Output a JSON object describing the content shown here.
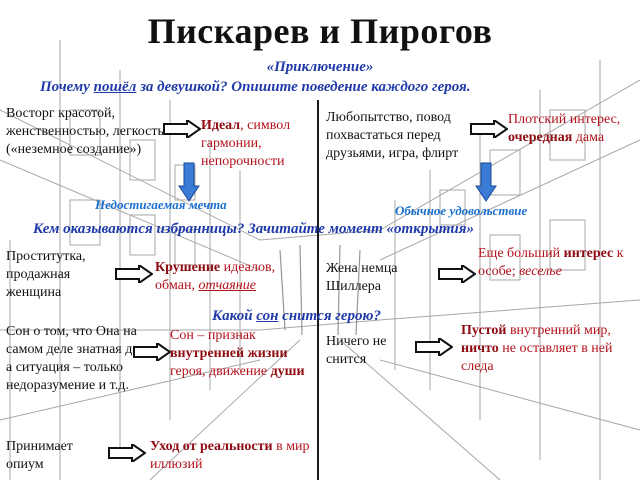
{
  "title": "Пискарев и Пирогов",
  "subtitle": "«Приключение»",
  "questions": {
    "q1_prefix": "Почему ",
    "q1_underlined": "пошёл",
    "q1_suffix": " за девушкой? Опишите поведение каждого героя.",
    "q2": "Кем оказываются избранницы? Зачитайте момент «открытия»",
    "q3_prefix": "Какой ",
    "q3_underlined": "сон",
    "q3_suffix": " снится герою?"
  },
  "left": {
    "r1": "Восторг красотой, женственностью, легкостью («неземное создание»)",
    "r1_res_b": "Идеал",
    "r1_res": ", символ гармонии, непорочности",
    "r1_summary": "Недостигаемая мечта",
    "r2": "Проститутка, продажная женщина",
    "r2_res_b": "Крушение",
    "r2_res_mid": " идеалов, обман, ",
    "r2_res_u": "отчаяние",
    "r3": "Сон о том, что Она на самом деле знатная дама, а ситуация – только недоразумение и т.д.",
    "r3_res_a": "Сон – признак ",
    "r3_res_b": "внутренней жизни",
    "r3_res_c": " героя, движение ",
    "r3_res_d": "души",
    "r4": "Принимает опиум",
    "r4_res_b": "Уход от реальности",
    "r4_res": " в мир иллюзий"
  },
  "right": {
    "r1": "Любопытство, повод похвастаться перед друзьями, игра, флирт",
    "r1_res_a": "Плотский интерес, ",
    "r1_res_b": "очередная",
    "r1_res_c": " дама",
    "r1_summary": "Обычное удовольствие",
    "r2": "Жена немца Шиллера",
    "r2_res_a": "Еще больший ",
    "r2_res_b": "интерес",
    "r2_res_c": " к особе; ",
    "r2_res_u": "веселье",
    "r3": "Ничего не снится",
    "r3_res_b": "Пустой",
    "r3_res_a": " внутренний мир, ",
    "r3_res_b2": "ничто",
    "r3_res_c": " не оставляет в ней следа"
  },
  "colors": {
    "red": "#b3121b",
    "blue": "#1f3aa8",
    "cyan": "#1b6fd0"
  },
  "icons": [
    "right-arrow-icon",
    "down-arrow-icon"
  ]
}
